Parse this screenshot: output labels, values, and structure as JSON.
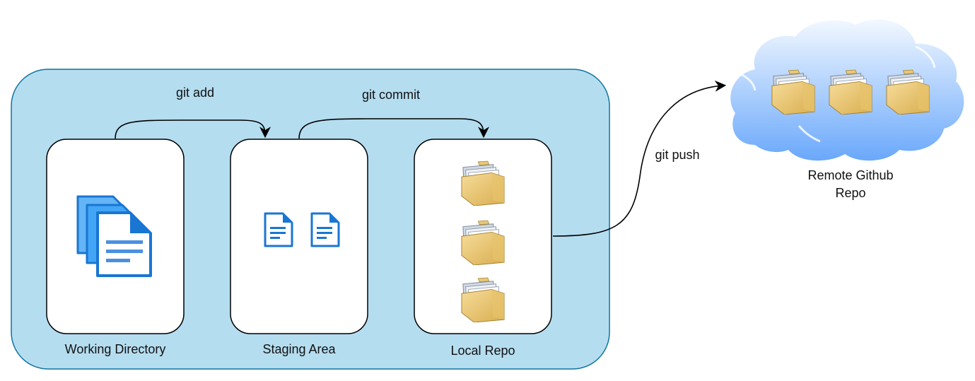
{
  "arrows": {
    "add": "git add",
    "commit": "git commit",
    "push": "git push"
  },
  "areas": {
    "working": "Working Directory",
    "staging": "Staging Area",
    "local": "Local Repo"
  },
  "remote": {
    "line1": "Remote Github",
    "line2": "Repo"
  },
  "colors": {
    "container_fill": "#b5ddf0",
    "container_stroke": "#10739e",
    "doc_blue": "#1976d2",
    "doc_light": "#64b5f6",
    "folder": "#e6c36b",
    "cloud_top": "#eef6ff",
    "cloud_bottom": "#7fb6ff"
  }
}
